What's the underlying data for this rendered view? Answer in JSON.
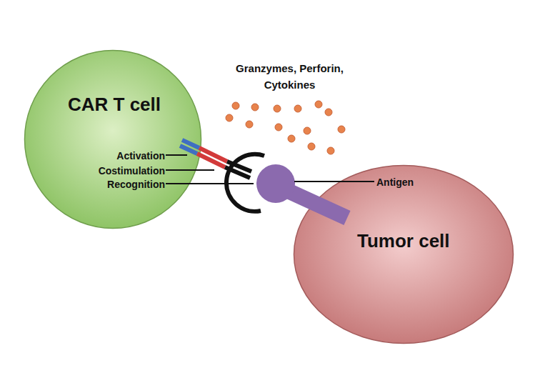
{
  "diagram": {
    "nodes": [
      {
        "text": [
          "CAR T cell"
        ]
      },
      {
        "text": [
          "Tumor cell"
        ]
      }
    ],
    "labels": [
      "Granzymes, Perforin, Cytokines",
      "Activation",
      "Costimulation",
      "Recognition",
      "Antigen"
    ]
  }
}
